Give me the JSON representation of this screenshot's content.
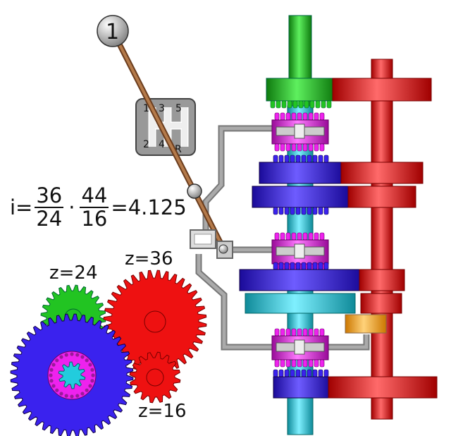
{
  "shift_knob": {
    "label": "1"
  },
  "shift_gate": {
    "labels": [
      "1",
      "3",
      "5",
      "2",
      "4",
      "R"
    ]
  },
  "formula": {
    "prefix": "i=",
    "n1": "36",
    "d1": "24",
    "n2": "44",
    "d2": "16",
    "result": "=4.125"
  },
  "gear_labels": {
    "z24": "z=24",
    "z36": "z=36",
    "z16": "z=16"
  },
  "colors": {
    "green": "#22c422",
    "red": "#ee1111",
    "blue": "#3a22ee",
    "cyan": "#22ccdd",
    "magenta": "#ee22ee",
    "orange": "#ffaa22",
    "grey": "#888888",
    "lever": "#a0643c"
  }
}
